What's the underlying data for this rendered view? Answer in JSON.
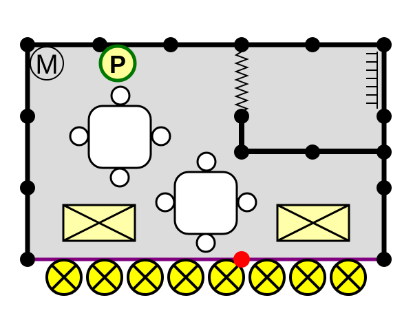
{
  "diagram": {
    "labels": {
      "m_marker": "M",
      "p_marker": "P"
    },
    "colors": {
      "room_fill": "#dcdcdc",
      "wall": "#000000",
      "table_fill": "#ffffff",
      "crate_fill": "#ffffaa",
      "lamp_fill": "#ffff00",
      "trim": "#800080",
      "marker_p_ring": "#007700",
      "marker_p_fill": "#ffff99",
      "red_dot": "#ff0000"
    },
    "counts": {
      "tables": 2,
      "crates": 2,
      "lamps": 8
    }
  }
}
